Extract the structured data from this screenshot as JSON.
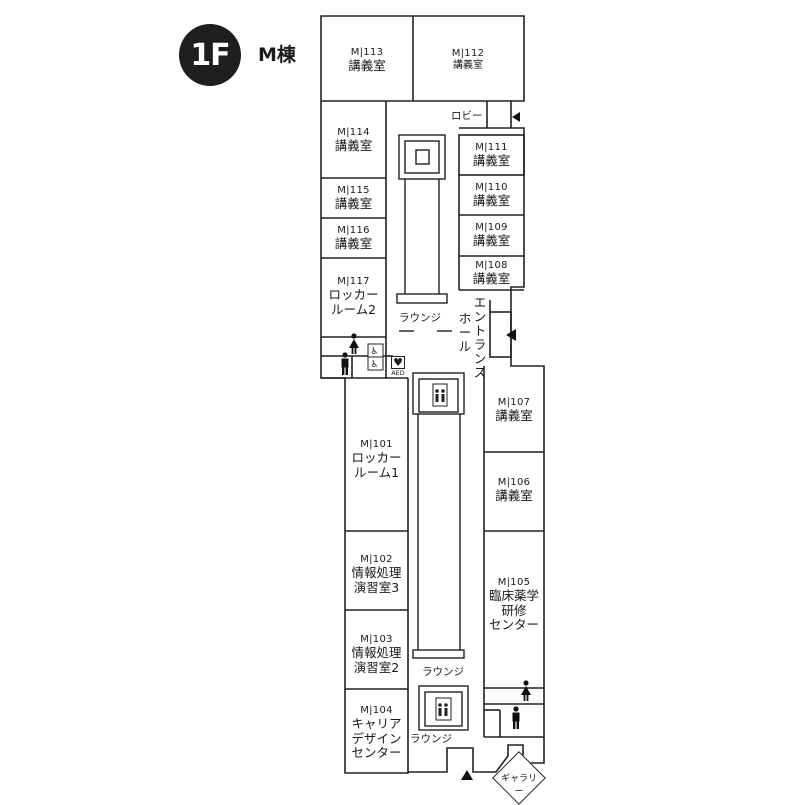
{
  "header": {
    "floor": "1F",
    "building": "M棟"
  },
  "rooms": [
    {
      "id": "M113",
      "number": "M|113",
      "lines": [
        "講義室"
      ]
    },
    {
      "id": "M112",
      "number": "M|112",
      "lines": [
        "講義室"
      ]
    },
    {
      "id": "M114",
      "number": "M|114",
      "lines": [
        "講義室"
      ]
    },
    {
      "id": "M115",
      "number": "M|115",
      "lines": [
        "講義室"
      ]
    },
    {
      "id": "M116",
      "number": "M|116",
      "lines": [
        "講義室"
      ]
    },
    {
      "id": "M117",
      "number": "M|117",
      "lines": [
        "ロッカー",
        "ルーム2"
      ]
    },
    {
      "id": "M111",
      "number": "M|111",
      "lines": [
        "講義室"
      ]
    },
    {
      "id": "M110",
      "number": "M|110",
      "lines": [
        "講義室"
      ]
    },
    {
      "id": "M109",
      "number": "M|109",
      "lines": [
        "講義室"
      ]
    },
    {
      "id": "M108",
      "number": "M|108",
      "lines": [
        "講義室"
      ]
    },
    {
      "id": "M107",
      "number": "M|107",
      "lines": [
        "講義室"
      ]
    },
    {
      "id": "M106",
      "number": "M|106",
      "lines": [
        "講義室"
      ]
    },
    {
      "id": "M105",
      "number": "M|105",
      "lines": [
        "臨床薬学",
        "研修",
        "センター"
      ]
    },
    {
      "id": "M101",
      "number": "M|101",
      "lines": [
        "ロッカー",
        "ルーム1"
      ]
    },
    {
      "id": "M102",
      "number": "M|102",
      "lines": [
        "情報処理",
        "演習室3"
      ]
    },
    {
      "id": "M103",
      "number": "M|103",
      "lines": [
        "情報処理",
        "演習室2"
      ]
    },
    {
      "id": "M104",
      "number": "M|104",
      "lines": [
        "キャリア",
        "デザイン",
        "センター"
      ]
    }
  ],
  "labels": {
    "lobby": "ロビー",
    "lounge_upper": "ラウンジ",
    "lounge_middle": "ラウンジ",
    "lounge_lower": "ラウンジ",
    "entrance_col1": "エントランス",
    "entrance_col2": "ホール",
    "gallery": "ギャラリー",
    "aed": "AED"
  },
  "icons": {
    "restroom_female": "female-restroom-icon",
    "restroom_male": "male-restroom-icon",
    "accessible": "wheelchair-icon",
    "aed": "heart-icon",
    "elevator": "elevator-icon",
    "entrance_arrow": "triangle-arrow-icon"
  }
}
